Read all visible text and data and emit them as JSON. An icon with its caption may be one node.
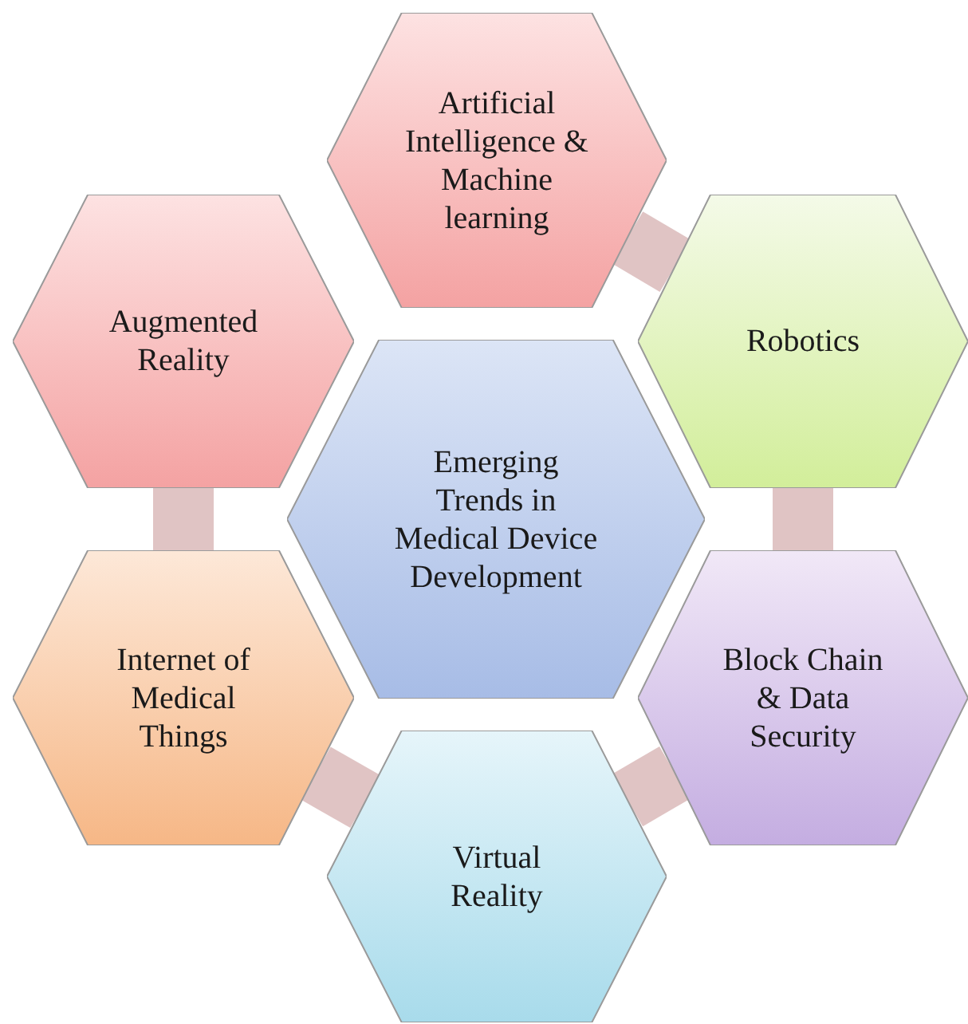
{
  "diagram": {
    "nodes": [
      {
        "text": [
          "Artificial Intelligence & Machine learning"
        ]
      },
      {
        "text": [
          "Augmented Reality"
        ]
      },
      {
        "text": [
          "Robotics"
        ]
      },
      {
        "text": [
          "Emerging Trends in Medical Device Development"
        ]
      },
      {
        "text": [
          "Internet of Medical Things"
        ]
      },
      {
        "text": [
          "Block Chain & Data Security"
        ]
      },
      {
        "text": [
          "Virtual Reality"
        ]
      }
    ],
    "edges": [
      {
        "from": 0,
        "to": 2,
        "arrow": "none"
      },
      {
        "from": 2,
        "to": 5,
        "arrow": "none"
      },
      {
        "from": 5,
        "to": 6,
        "arrow": "none"
      },
      {
        "from": 6,
        "to": 4,
        "arrow": "none"
      },
      {
        "from": 4,
        "to": 1,
        "arrow": "none"
      }
    ]
  }
}
